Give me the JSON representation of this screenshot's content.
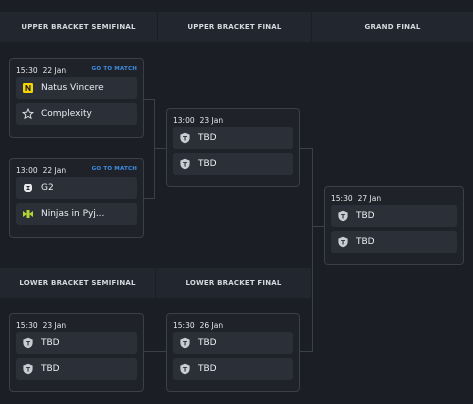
{
  "headers": {
    "upper_semifinal": "UPPER BRACKET SEMIFINAL",
    "upper_final": "UPPER BRACKET FINAL",
    "grand_final": "GRAND FINAL",
    "lower_semifinal": "LOWER BRACKET SEMIFINAL",
    "lower_final": "LOWER BRACKET FINAL"
  },
  "go_to_match_label": "GO TO MATCH",
  "matches": {
    "usf1": {
      "time": "15:30",
      "date": "22 Jan",
      "team1": "Natus Vincere",
      "team2": "Complexity"
    },
    "usf2": {
      "time": "13:00",
      "date": "22 Jan",
      "team1": "G2",
      "team2": "Ninjas in Pyj..."
    },
    "uf": {
      "time": "13:00",
      "date": "23 Jan",
      "team1": "TBD",
      "team2": "TBD"
    },
    "gf": {
      "time": "15:30",
      "date": "27 Jan",
      "team1": "TBD",
      "team2": "TBD"
    },
    "lsf": {
      "time": "15:30",
      "date": "23 Jan",
      "team1": "TBD",
      "team2": "TBD"
    },
    "lf": {
      "time": "15:30",
      "date": "26 Jan",
      "team1": "TBD",
      "team2": "TBD"
    }
  },
  "icons": {
    "navi": "navi-logo-icon",
    "complexity": "star-outline-icon",
    "g2": "g2-logo-icon",
    "nip": "nip-logo-icon",
    "tbd": "shield-tbd-icon"
  },
  "colors": {
    "background": "#1b1e24",
    "header_bg": "#22262e",
    "card_bg": "#1f2329",
    "team_row_bg": "#2b3038",
    "link": "#3d8ee6",
    "navi_yellow": "#f5d400",
    "nip_green": "#b7d334"
  }
}
